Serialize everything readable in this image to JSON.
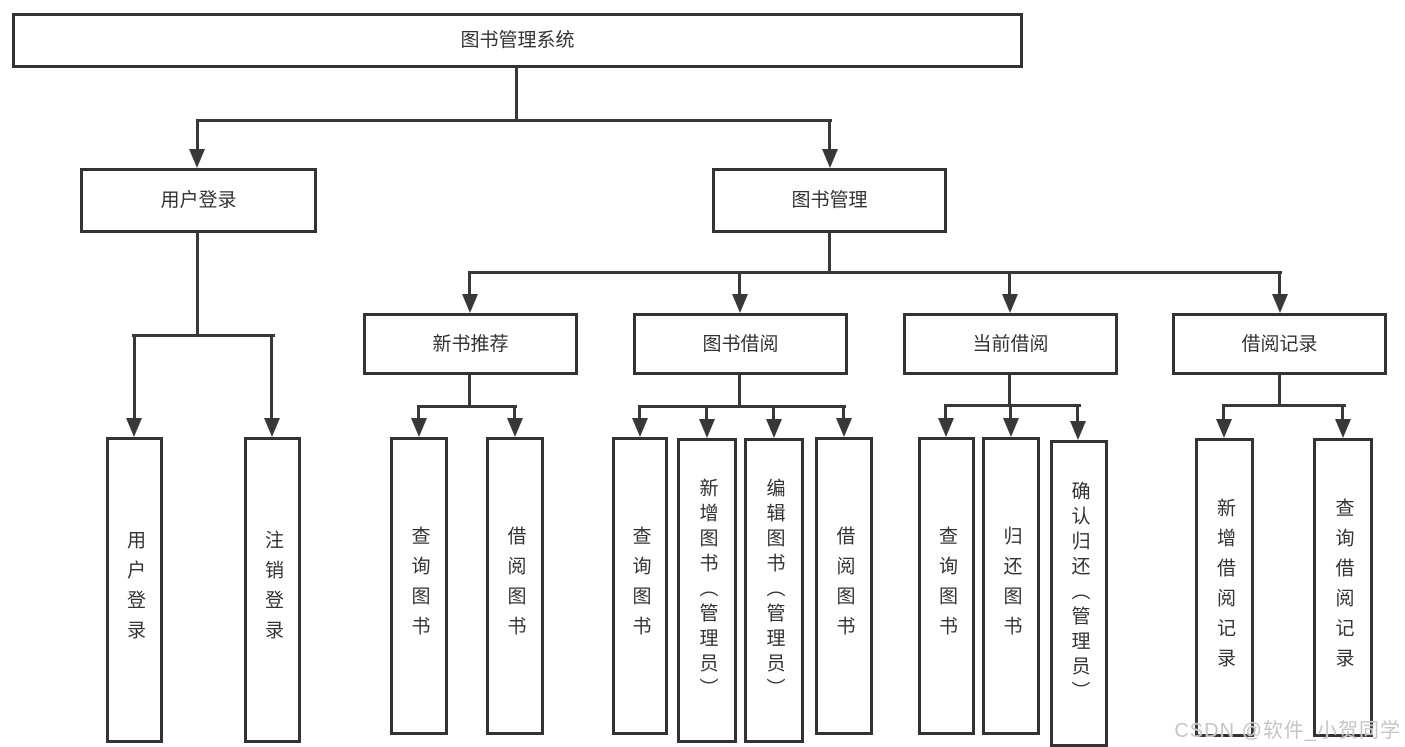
{
  "diagram": {
    "type": "hierarchy-chart",
    "root": "图书管理系统",
    "level2": [
      {
        "id": "user-login",
        "label": "用户登录",
        "children": [
          "用户登录",
          "注销登录"
        ]
      },
      {
        "id": "book-management",
        "label": "图书管理"
      }
    ],
    "level3": [
      {
        "id": "new-book-recommend",
        "label": "新书推荐",
        "children": [
          "查询图书",
          "借阅图书"
        ]
      },
      {
        "id": "book-borrow",
        "label": "图书借阅",
        "children": [
          "查询图书",
          "新增图书（管理员）",
          "编辑图书（管理员）",
          "借阅图书"
        ]
      },
      {
        "id": "current-borrow",
        "label": "当前借阅",
        "children": [
          "查询图书",
          "归还图书",
          "确认归还（管理员）"
        ]
      },
      {
        "id": "borrow-records",
        "label": "借阅记录",
        "children": [
          "新增借阅记录",
          "查询借阅记录"
        ]
      }
    ],
    "watermark": "CSDN @软件_小贺同学",
    "colors": {
      "line": "#383838",
      "box_border": "#333333",
      "box_bg": "#ffffff",
      "text": "#333333",
      "watermark": "#c5c5c5"
    }
  }
}
